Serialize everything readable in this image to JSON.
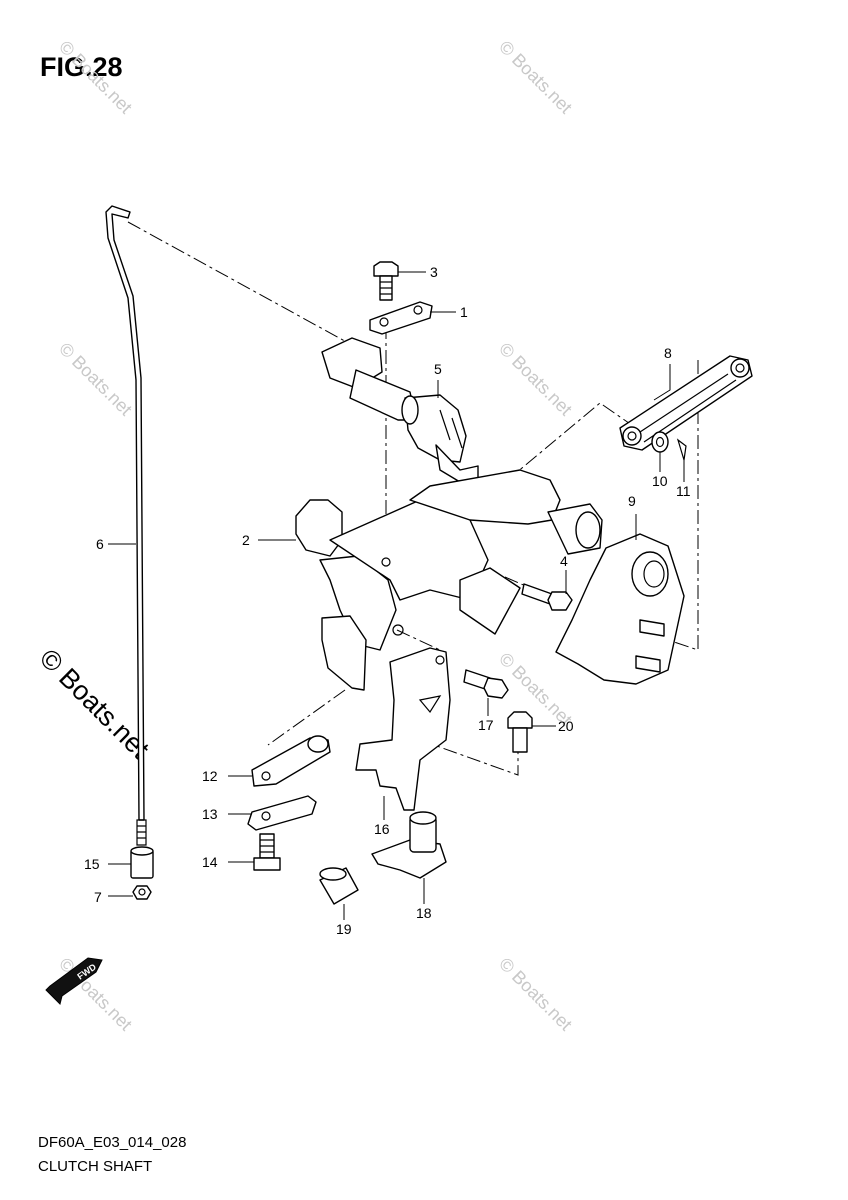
{
  "title": "FIG.28",
  "watermark_text": "© Boats.net",
  "footer": {
    "code": "DF60A_E03_014_028",
    "name": "CLUTCH SHAFT"
  },
  "fwd_label": "FWD",
  "callouts": {
    "c1": "1",
    "c2": "2",
    "c3": "3",
    "c4": "4",
    "c5": "5",
    "c6": "6",
    "c7": "7",
    "c8": "8",
    "c9": "9",
    "c10": "10",
    "c11": "11",
    "c12": "12",
    "c13": "13",
    "c14": "14",
    "c15": "15",
    "c16": "16",
    "c17": "17",
    "c18": "18",
    "c19": "19",
    "c20": "20"
  }
}
